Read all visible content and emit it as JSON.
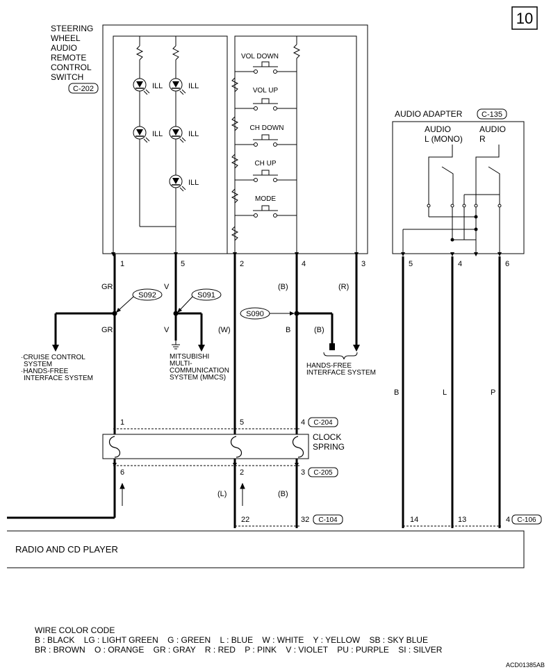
{
  "page_number": "10",
  "switch": {
    "title_lines": [
      "STEERING",
      "WHEEL",
      "AUDIO",
      "REMOTE",
      "CONTROL",
      "SWITCH"
    ],
    "connector": "C-202",
    "ill_label": "ILL",
    "buttons": [
      "VOL DOWN",
      "VOL UP",
      "CH DOWN",
      "CH UP",
      "MODE"
    ],
    "pins": [
      "1",
      "5",
      "2",
      "4",
      "3"
    ]
  },
  "adapter": {
    "title": "AUDIO ADAPTER",
    "connector": "C-135",
    "left_lines": [
      "AUDIO",
      "L (MONO)"
    ],
    "right_lines": [
      "AUDIO",
      "R"
    ],
    "pins": [
      "5",
      "4",
      "6"
    ],
    "wire_colors": [
      "B",
      "L",
      "P"
    ]
  },
  "wires": {
    "gr_top": "GR",
    "gr_bottom": "GR",
    "v_top": "V",
    "v_bottom": "V",
    "b_paren": "(B)",
    "r_paren": "(R)",
    "w_paren": "(W)",
    "b_plain": "B",
    "b_paren2": "(B)",
    "l_lower": "(L)",
    "b_lower": "(B)"
  },
  "splices": [
    "S092",
    "S091",
    "S090"
  ],
  "destinations": {
    "cruise_lines": [
      "·CRUISE CONTROL",
      "SYSTEM",
      "·HANDS-FREE",
      "INTERFACE SYSTEM"
    ],
    "mmcs_lines": [
      "MITSUBISHI",
      "MULTI-",
      "COMMUNICATION",
      "SYSTEM (MMCS)"
    ],
    "handsfree_lines": [
      "HANDS-FREE",
      "INTERFACE SYSTEM"
    ]
  },
  "clock_spring": {
    "label_lines": [
      "CLOCK",
      "SPRING"
    ],
    "top_pins": [
      "1",
      "5",
      "4"
    ],
    "top_connector": "C-204",
    "bottom_pins": [
      "6",
      "2",
      "3"
    ],
    "bottom_connector": "C-205"
  },
  "radio": {
    "label": "RADIO AND CD PLAYER",
    "pins_left": [
      "22",
      "32"
    ],
    "connector_left": "C-104",
    "pins_right": [
      "14",
      "13",
      "4"
    ],
    "connector_right": "C-106"
  },
  "legend": {
    "title": "WIRE COLOR CODE",
    "line1": "B : BLACK    LG : LIGHT GREEN    G : GREEN    L : BLUE    W : WHITE    Y : YELLOW    SB : SKY BLUE",
    "line2": "BR : BROWN    O : ORANGE    GR : GRAY    R : RED    P : PINK    V : VIOLET    PU : PURPLE    SI : SILVER"
  },
  "figure_code": "ACD01385AB"
}
